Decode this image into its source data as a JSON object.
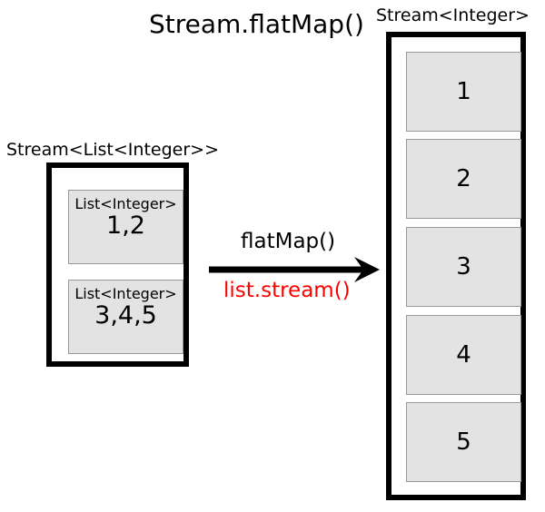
{
  "diagram": {
    "title": "Stream.flatMap()",
    "source": {
      "label": "Stream<List<Integer>>",
      "elements": [
        {
          "type": "List<Integer>",
          "value": "1,2"
        },
        {
          "type": "List<Integer>",
          "value": "3,4,5"
        }
      ]
    },
    "transform": {
      "operation_label": "flatMap()",
      "lambda_label": "list.stream()",
      "lambda_color": "#ff0000",
      "arrow_icon": "arrow-right-icon"
    },
    "result": {
      "label": "Stream<Integer>",
      "elements": [
        {
          "value": "1"
        },
        {
          "value": "2"
        },
        {
          "value": "3"
        },
        {
          "value": "4"
        },
        {
          "value": "5"
        }
      ]
    },
    "colors": {
      "cell_fill": "#e3e3e3",
      "cell_border": "#999999",
      "frame": "#000000",
      "background": "#ffffff",
      "text": "#000000",
      "accent_red": "#ff0000"
    }
  }
}
